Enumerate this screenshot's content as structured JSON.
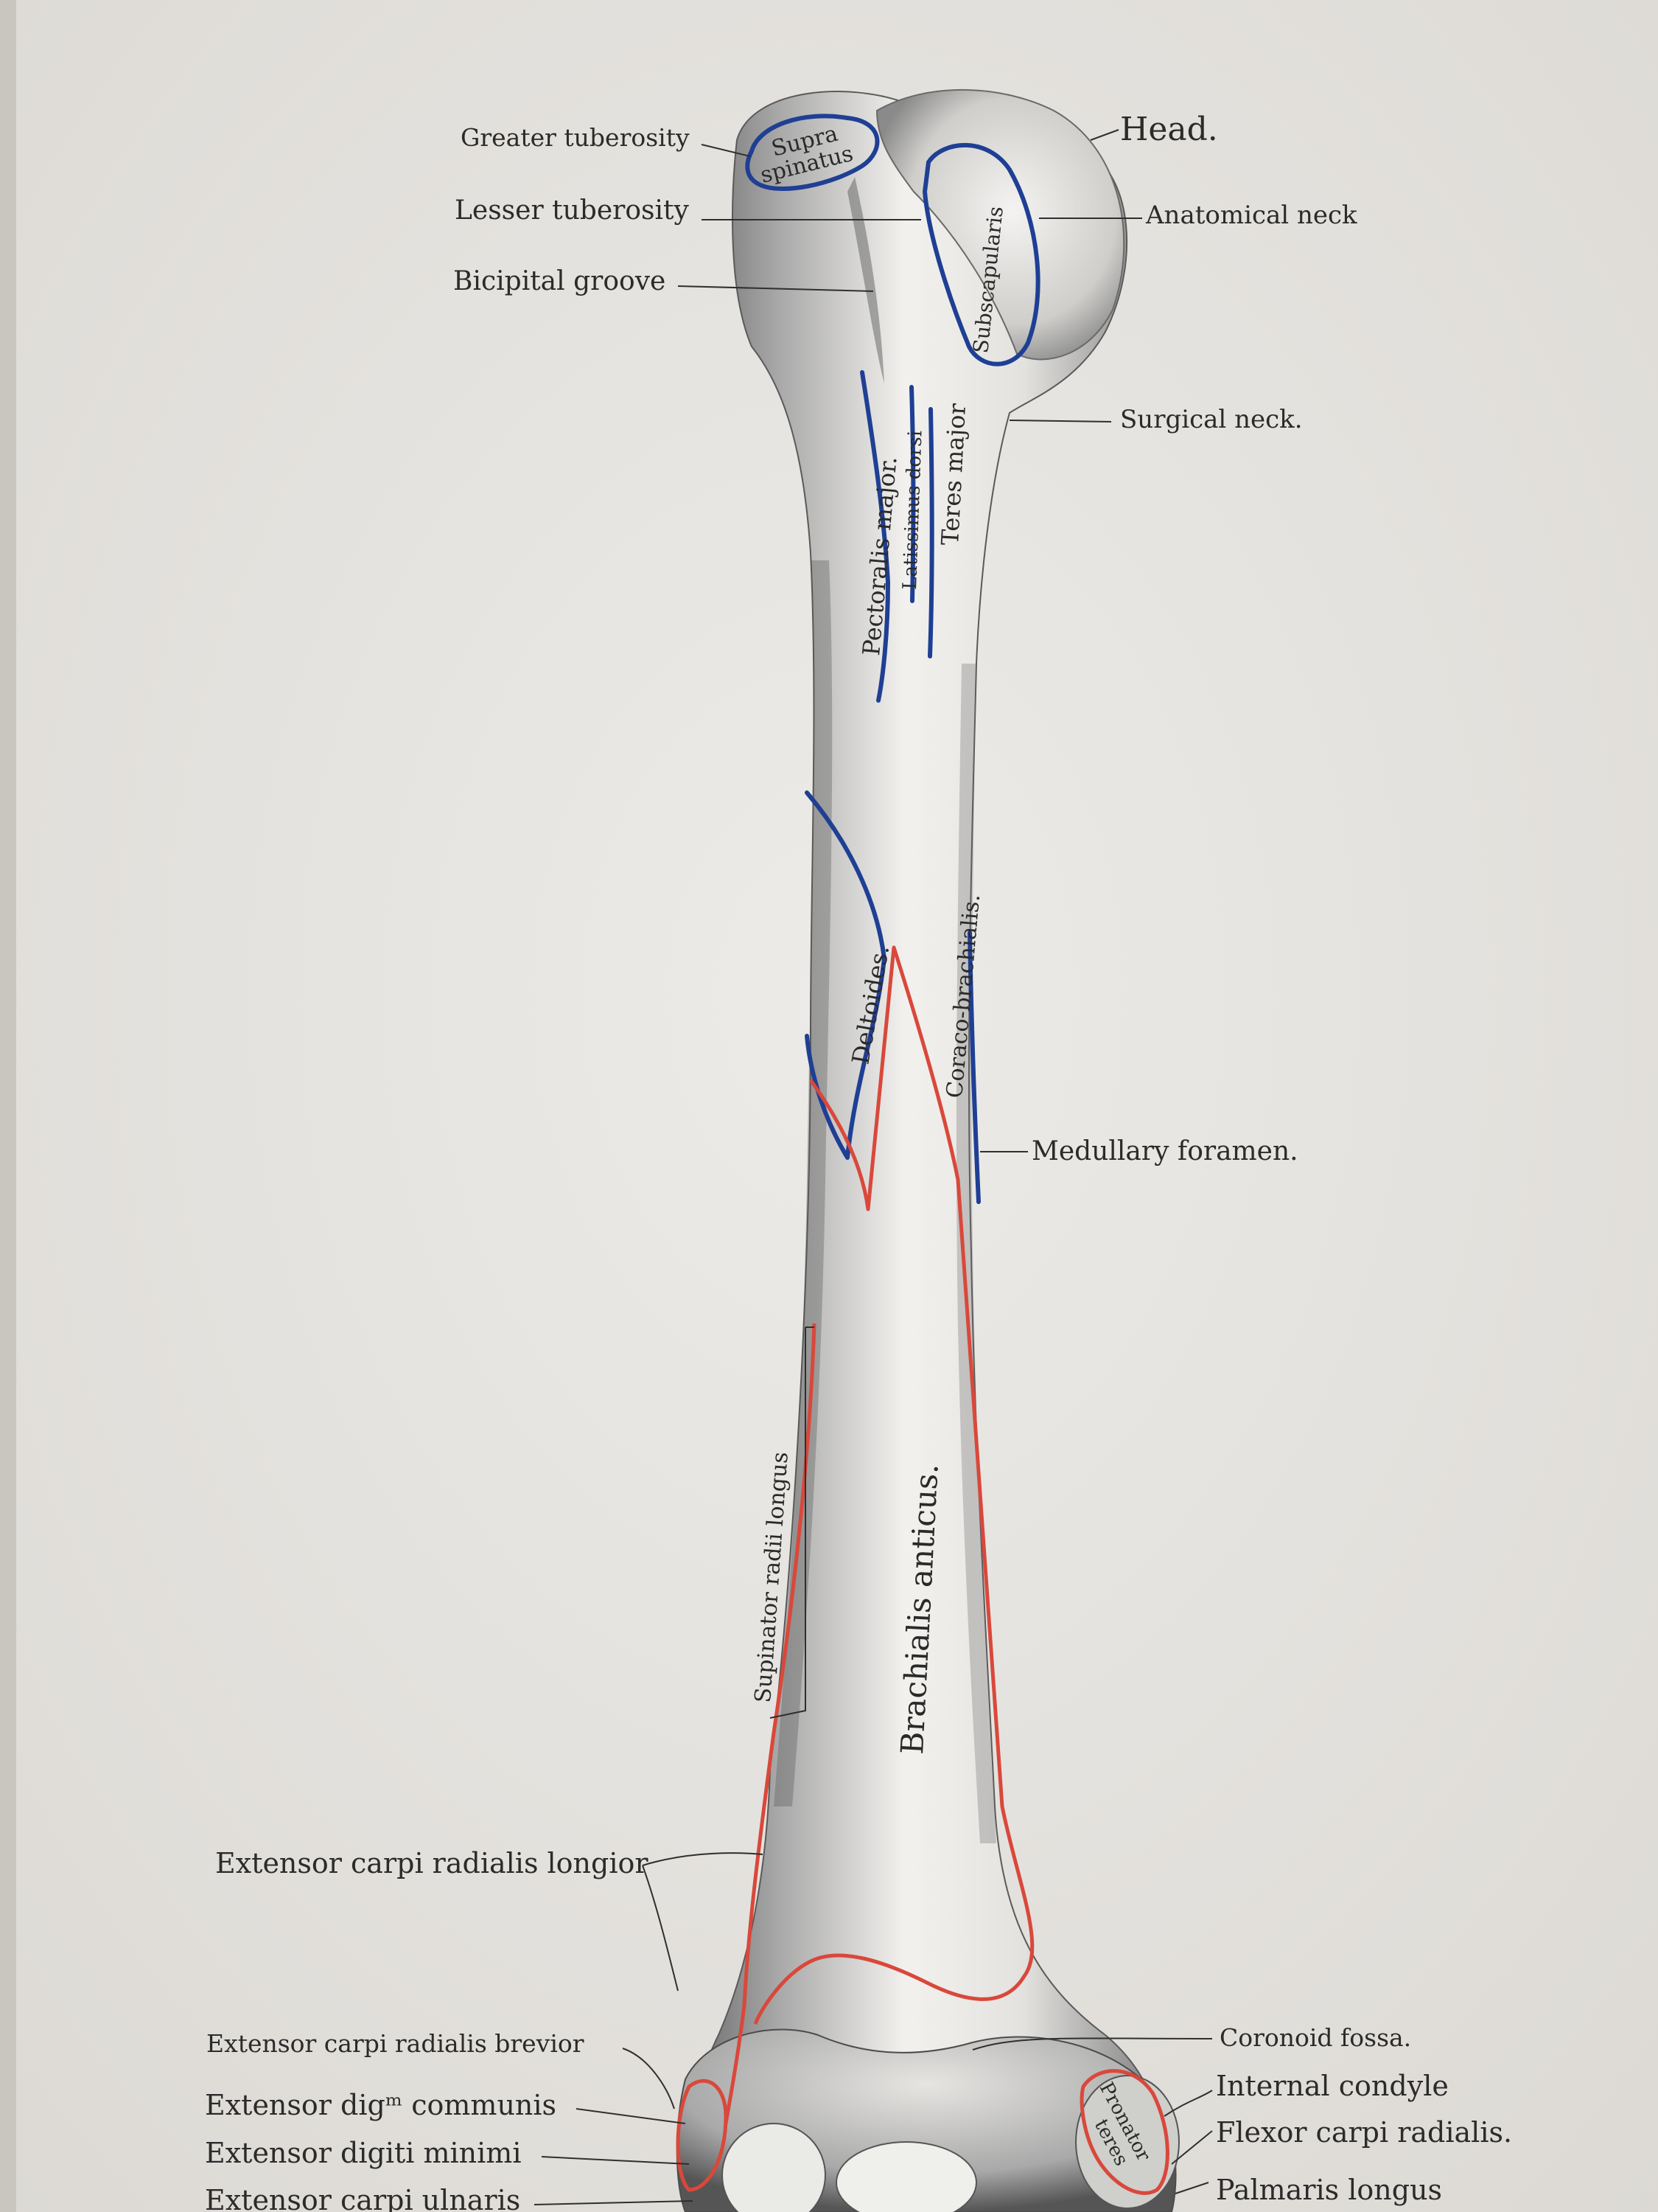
{
  "labels": {
    "greater_tuberosity": "Greater tuberosity",
    "lesser_tuberosity": "Lesser tuberosity",
    "bicipital_groove": "Bicipital groove",
    "head": "Head.",
    "anatomical_neck": "Anatomical neck",
    "surgical_neck": "Surgical neck.",
    "medullary_foramen": "Medullary foramen.",
    "ext_carpi_rad_longior": "Extensor carpi radialis longior",
    "ext_carpi_rad_brevior": "Extensor carpi radialis brevior",
    "ext_dig_communis": "Extensor digᵐ communis",
    "ext_digiti_minimi": "Extensor digiti minimi",
    "ext_carpi_ulnaris": "Extensor carpi ulnaris",
    "coronoid_fossa": "Coronoid fossa.",
    "internal_condyle": "Internal condyle",
    "flexor_carpi_radialis": "Flexor carpi radialis.",
    "palmaris_longus": "Palmaris longus"
  },
  "muscles": {
    "supraspinatus_1": "Supra",
    "supraspinatus_2": "spinatus",
    "subscapularis": "Subscapularis",
    "pectoralis_major": "Pectoralis major.",
    "latissimus_dorsi": "Latissimus dorsi",
    "teres_major": "Teres major",
    "deltoides": "Deltoides.",
    "coraco_brachialis": "Coraco-brachialis.",
    "supinator_radii_longus": "Supinator radii longus",
    "brachialis_anticus": "Brachialis anticus.",
    "pronator_teres_1": "Pronator",
    "pronator_teres_2": "teres"
  },
  "colors": {
    "paper": "#e9e7e3",
    "bone": "#f0efec",
    "blue_origin": "#1f3f94",
    "red_insertion": "#d9483b",
    "ink": "#2b2b2b"
  }
}
